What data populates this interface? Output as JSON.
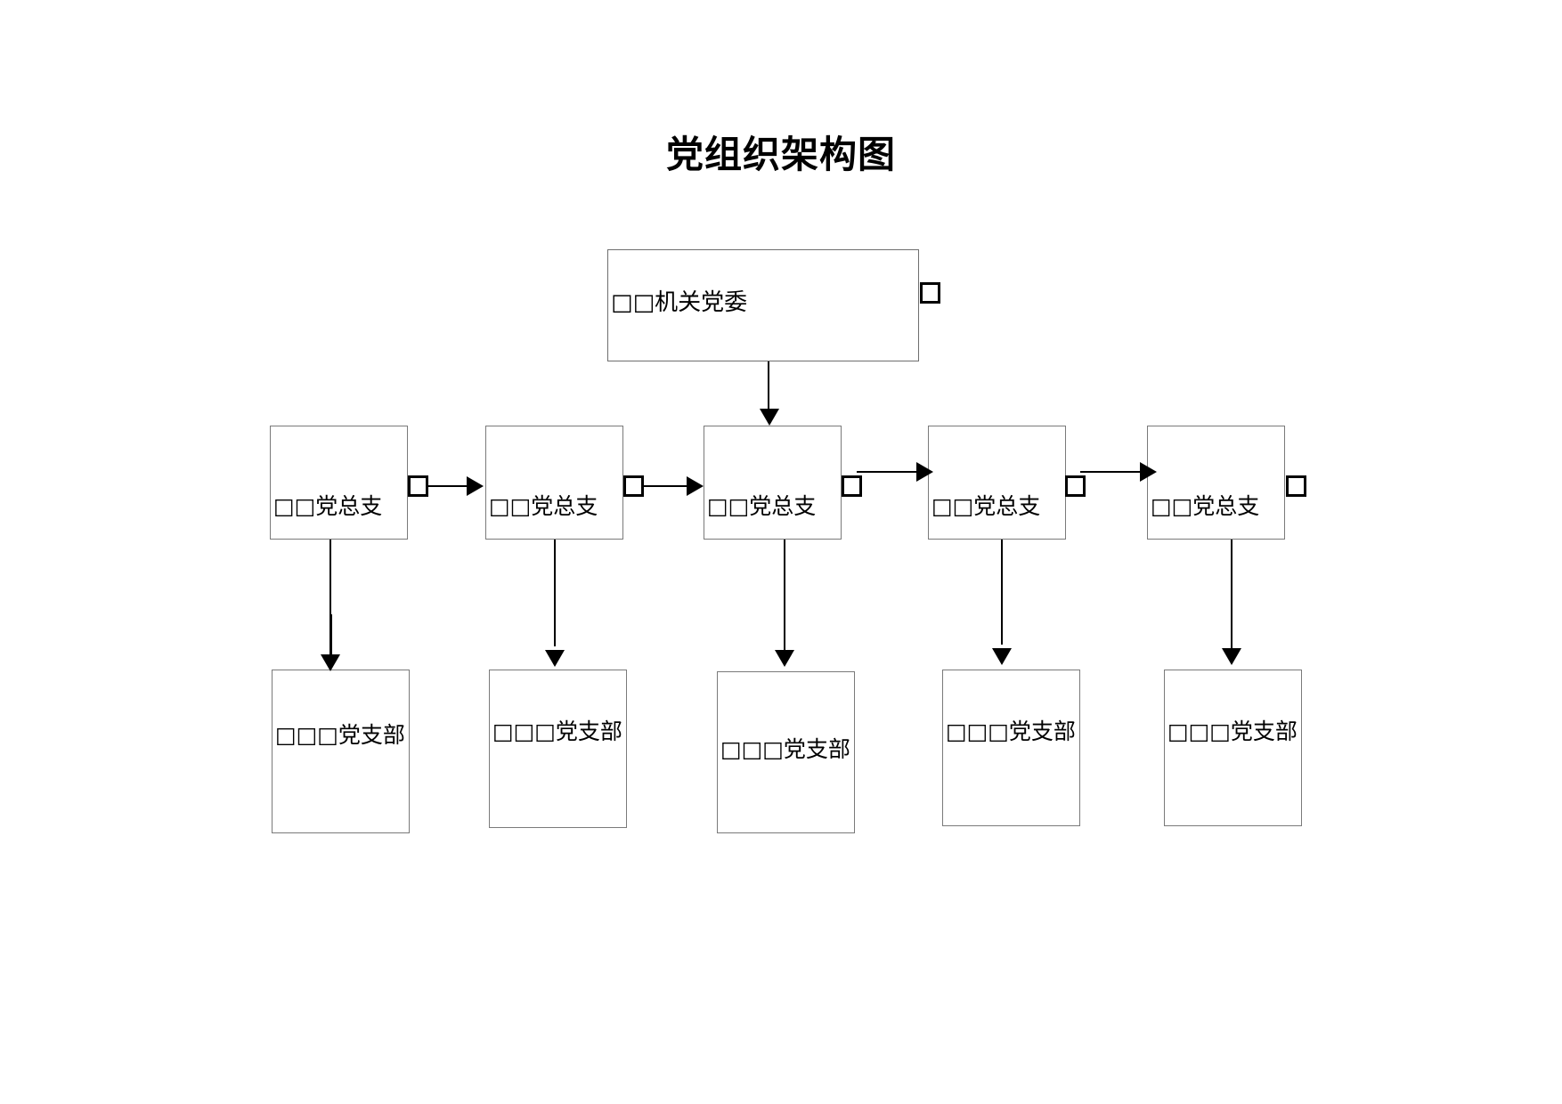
{
  "title": "党组织架构图",
  "diagram": {
    "type": "org-chart",
    "top": {
      "label": "□□机关党委",
      "edge_marker": "□"
    },
    "level2": [
      {
        "label": "□□党总支",
        "edge_marker": "□"
      },
      {
        "label": "□□党总支",
        "edge_marker": "□"
      },
      {
        "label": "□□党总支",
        "edge_marker": "□"
      },
      {
        "label": "□□党总支",
        "edge_marker": "□"
      },
      {
        "label": "□□党总支",
        "edge_marker": "□"
      }
    ],
    "level3": [
      {
        "label": "□□□党支部"
      },
      {
        "label": "□□□党支部"
      },
      {
        "label": "□□□党支部"
      },
      {
        "label": "□□□党支部"
      },
      {
        "label": "□□□党支部"
      }
    ],
    "colors": {
      "box_border": "#7a7a7a",
      "connector": "#000000",
      "text": "#000000",
      "background": "#ffffff"
    }
  }
}
